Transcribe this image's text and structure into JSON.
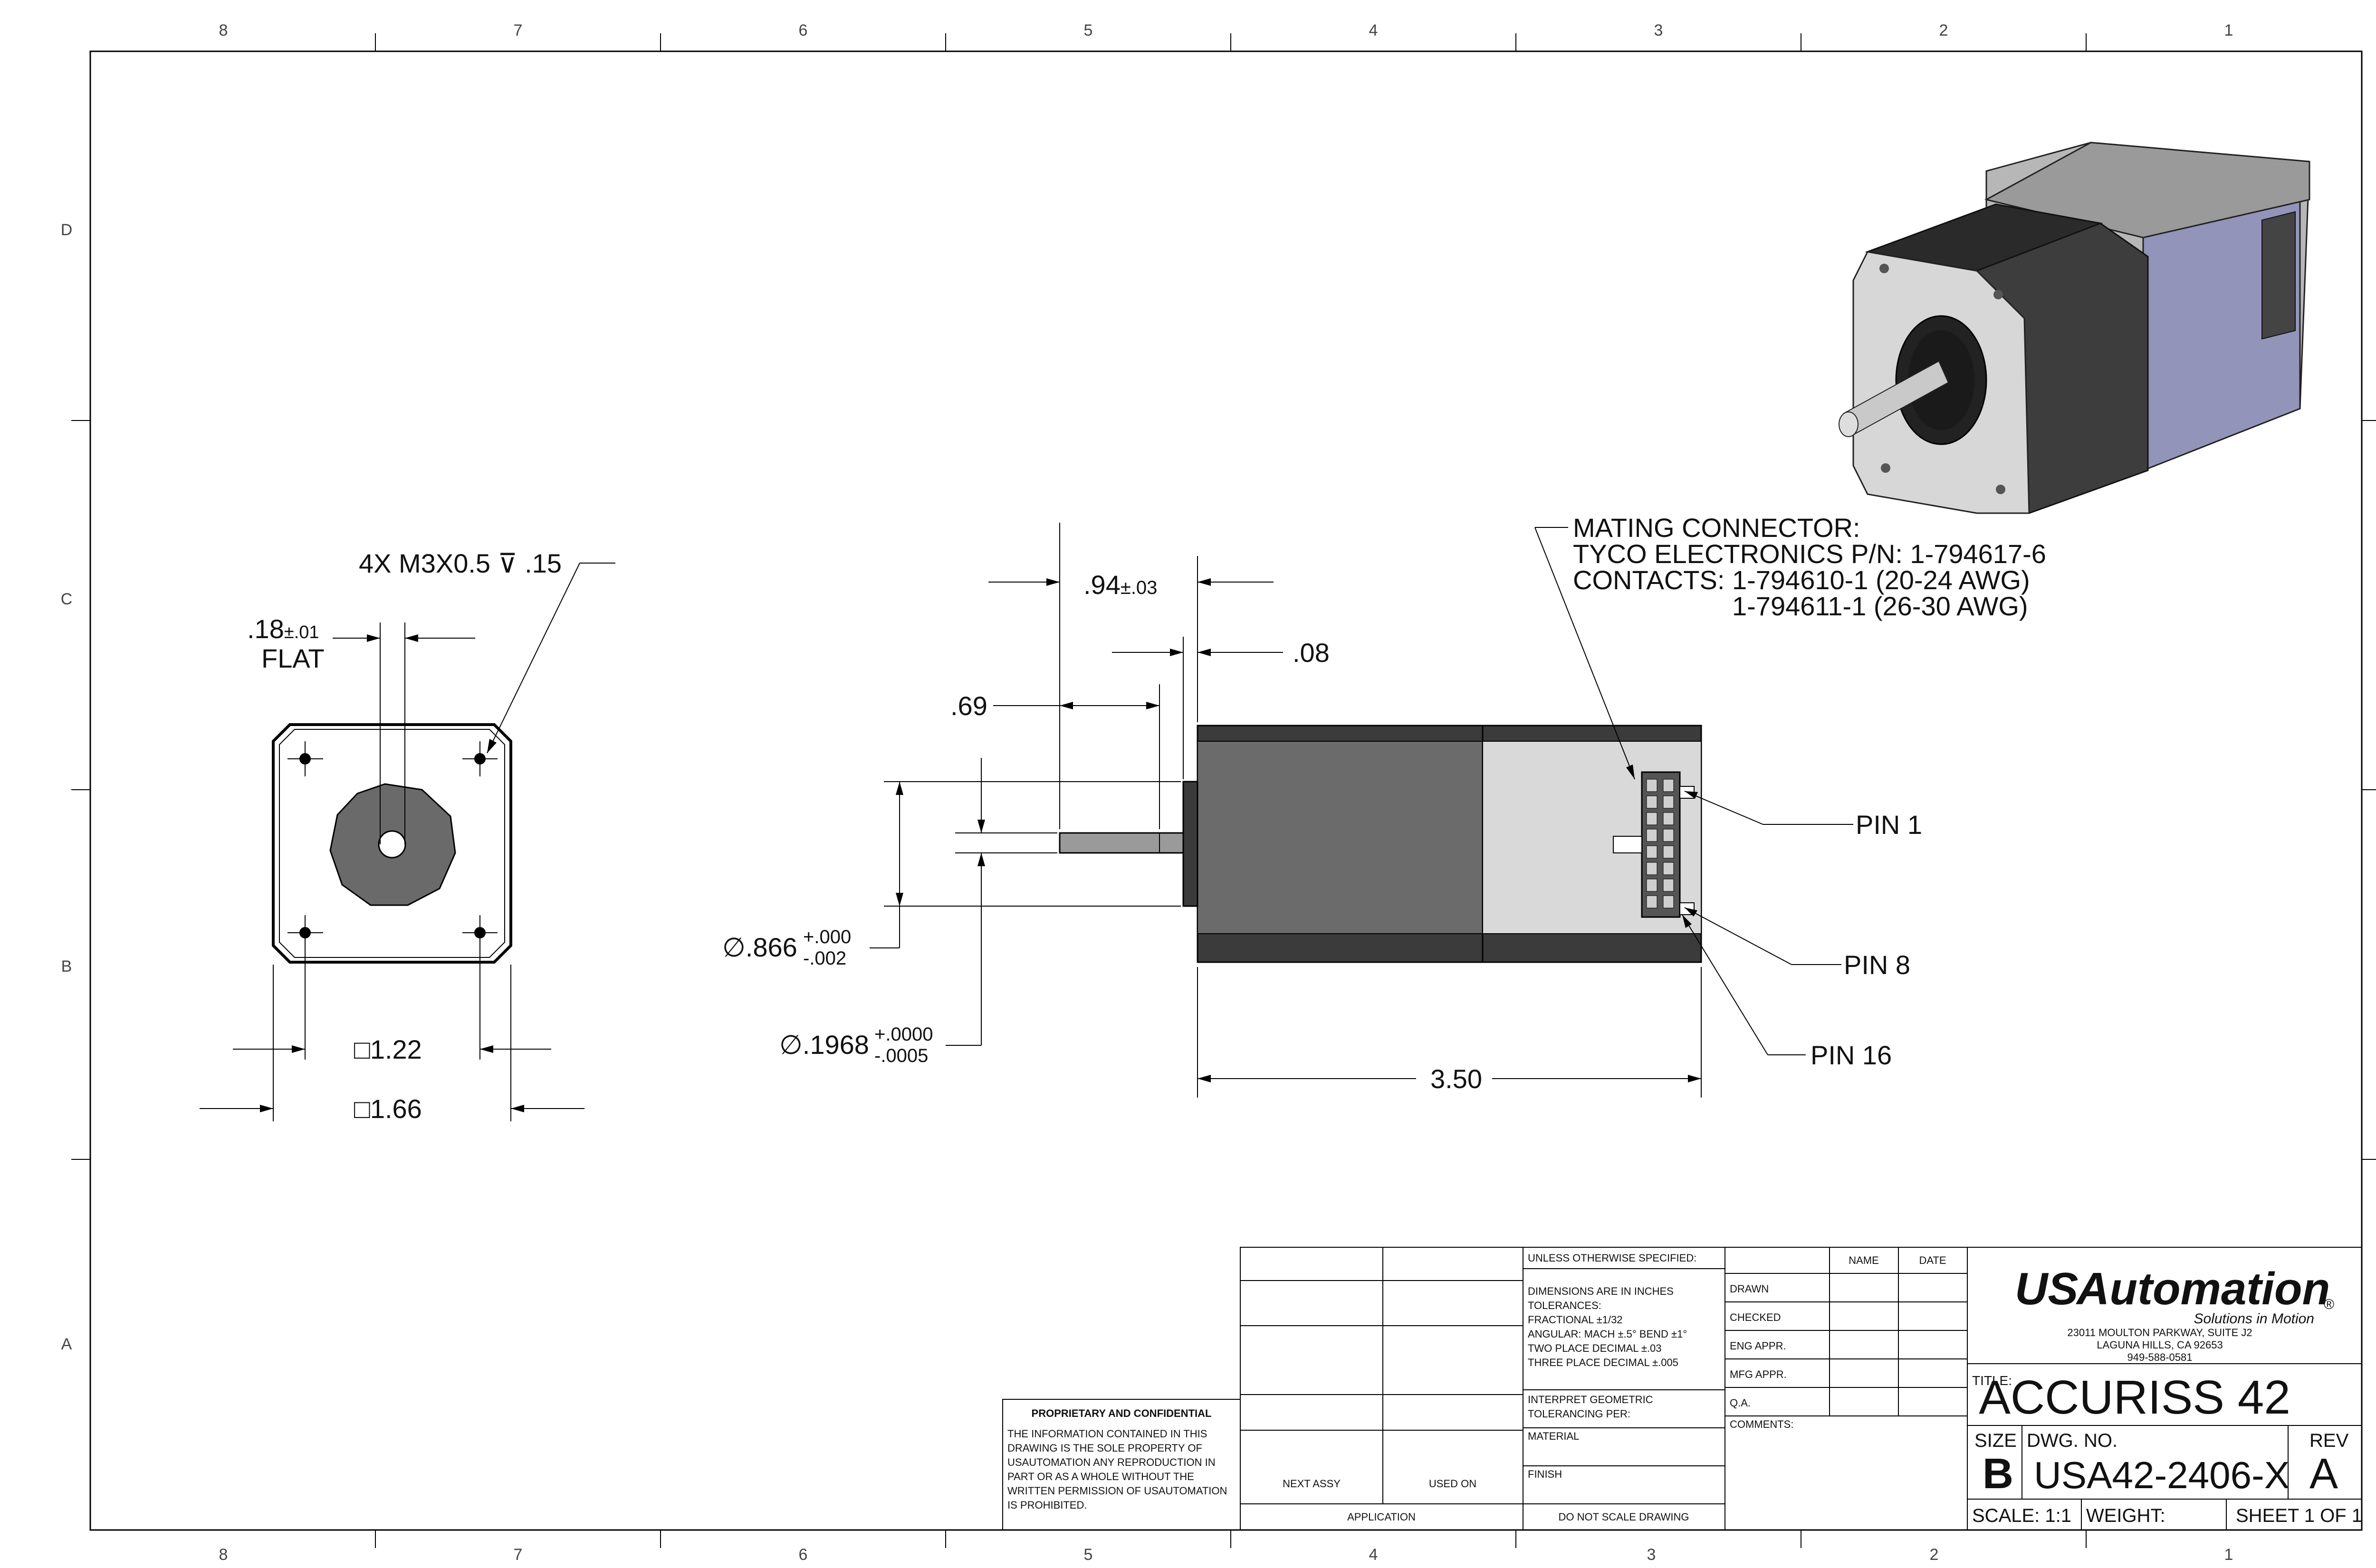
{
  "zones": {
    "top": [
      "8",
      "7",
      "6",
      "5",
      "4",
      "3",
      "2",
      "1"
    ],
    "side": [
      "D",
      "C",
      "B",
      "A"
    ]
  },
  "front_view": {
    "hole_callout": "4X M3X0.5 ⊽ .15",
    "flat_value": ".18",
    "flat_tol": "±.01",
    "flat_label": "FLAT",
    "pitch_label": "□1.22",
    "body_label": "□1.66"
  },
  "side_view": {
    "dim_length": "3.50",
    "dim_shaft": ".94",
    "dim_shaft_tol": "±.03",
    "dim_boss": ".08",
    "dim_flat_len": ".69",
    "dia_boss": "∅.866",
    "dia_boss_tol_up": "+.000",
    "dia_boss_tol_dn": "-.002",
    "dia_shaft": "∅.1968",
    "dia_shaft_tol_up": "+.0000",
    "dia_shaft_tol_dn": "-.0005"
  },
  "connector": {
    "lines": [
      "MATING CONNECTOR:",
      "TYCO ELECTRONICS P/N:  1-794617-6",
      "CONTACTS:  1-794610-1  (20-24 AWG)",
      "1-794611-1  (26-30 AWG)"
    ],
    "pin1": "PIN 1",
    "pin8": "PIN 8",
    "pin16": "PIN 16"
  },
  "title_block": {
    "unless": "UNLESS OTHERWISE SPECIFIED:",
    "tolerance_lines": [
      "DIMENSIONS ARE IN INCHES",
      "TOLERANCES:",
      "FRACTIONAL ±1/32",
      "ANGULAR: MACH ±.5° BEND ±1°",
      "TWO PLACE DECIMAL    ±.03",
      "THREE PLACE DECIMAL  ±.005"
    ],
    "interpret_lines": [
      "INTERPRET GEOMETRIC",
      "TOLERANCING PER:"
    ],
    "material": "MATERIAL",
    "finish": "FINISH",
    "do_not_scale": "DO NOT SCALE DRAWING",
    "name_hdr": "NAME",
    "date_hdr": "DATE",
    "roles": [
      "DRAWN",
      "CHECKED",
      "ENG APPR.",
      "MFG APPR.",
      "Q.A."
    ],
    "comments": "COMMENTS:",
    "next_assy": "NEXT ASSY",
    "used_on": "USED ON",
    "application": "APPLICATION",
    "proprietary_title": "PROPRIETARY AND CONFIDENTIAL",
    "proprietary_lines": [
      "THE INFORMATION CONTAINED IN THIS",
      "DRAWING IS THE SOLE PROPERTY OF",
      "USAUTOMATION ANY REPRODUCTION IN",
      "PART OR AS A WHOLE WITHOUT THE",
      "WRITTEN PERMISSION OF USAUTOMATION",
      "IS PROHIBITED."
    ],
    "logo_us": "US",
    "logo_automation": "Automation",
    "logo_reg": "®",
    "slogan": "Solutions in Motion",
    "address_lines": [
      "23011 MOULTON PARKWAY, SUITE J2",
      "LAGUNA HILLS, CA 92653",
      "949-588-0581"
    ],
    "title_label": "TITLE:",
    "title": "ACCURISS 42",
    "size_label": "SIZE",
    "size": "B",
    "dwg_label": "DWG.  NO.",
    "dwg_no": "USA42-2406-X",
    "rev_label": "REV",
    "rev": "A",
    "scale": "SCALE: 1:1",
    "weight": "WEIGHT:",
    "sheet": "SHEET 1 OF 1"
  },
  "colors": {
    "logo_red": "#c8202e",
    "logo_gray": "#7a7a7a",
    "motor_dark": "#3a3a3a",
    "motor_light": "#d6d6d6",
    "iso_end": "#8d8fb5"
  }
}
